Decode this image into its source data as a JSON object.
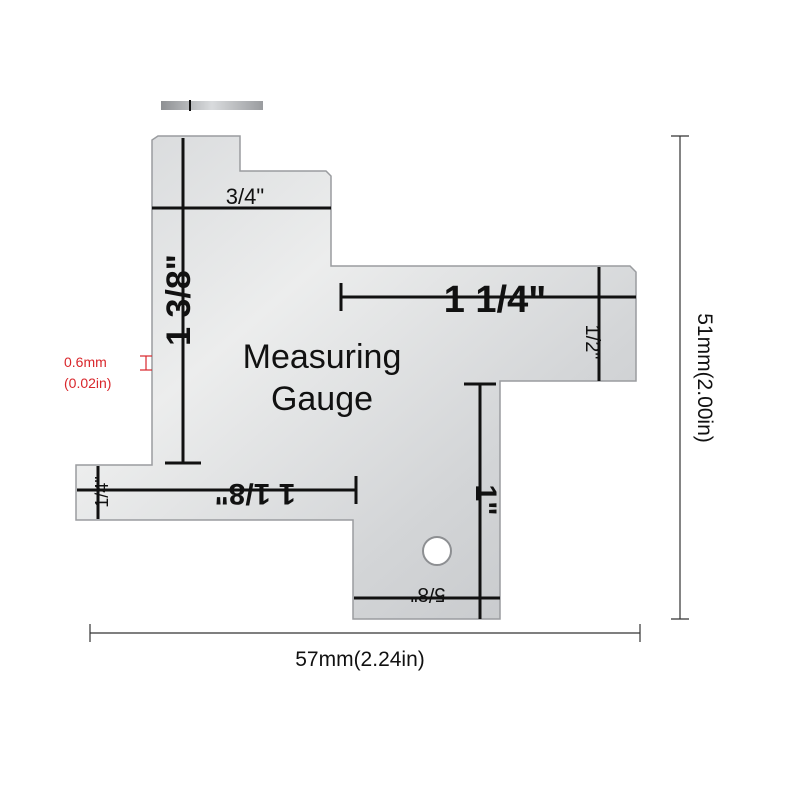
{
  "gauge": {
    "title_line1": "Measuring",
    "title_line2": "Gauge"
  },
  "marks": {
    "m_3_4": "3/4\"",
    "m_1_3_8": "1 3/8\"",
    "m_1_1_4": "1 1/4\"",
    "m_1_2": "1/2\"",
    "m_1_1_8": "1 1/8\"",
    "m_1_4": "1/4\"",
    "m_1": "1\"",
    "m_5_8": "5/8\""
  },
  "dimensions": {
    "thickness_mm": "0.6mm",
    "thickness_in": "(0.02in)",
    "width": "57mm(2.24in)",
    "height": "51mm(2.00in)"
  },
  "colors": {
    "metal_light": "#e9eaeb",
    "metal_dark": "#bfc1c4",
    "ink": "#111111",
    "accent_red": "#d9262b"
  }
}
